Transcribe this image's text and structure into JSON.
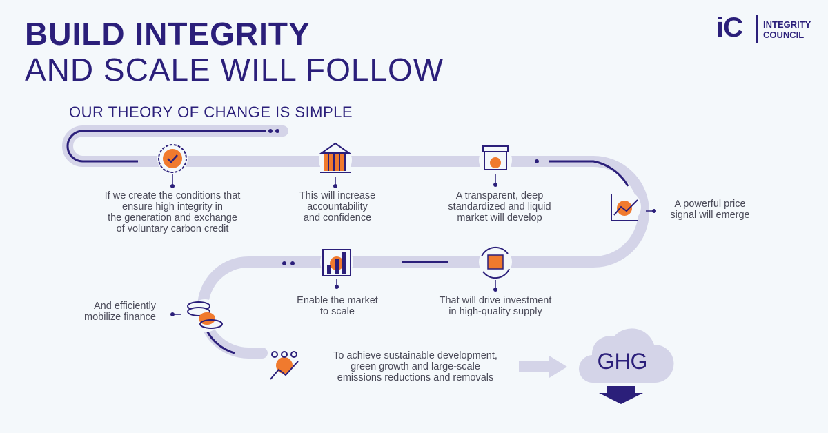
{
  "header": {
    "title_line1": "BUILD INTEGRITY",
    "title_line2": "AND SCALE WILL FOLLOW",
    "subtitle": "OUR THEORY OF CHANGE IS SIMPLE"
  },
  "logo": {
    "mark": "iC",
    "text": "INTEGRITY\nCOUNCIL"
  },
  "steps": [
    {
      "text": "If we create the conditions that\nensure high integrity in\nthe generation and exchange\nof voluntary carbon credit",
      "icon": "seal-check-icon"
    },
    {
      "text": "This will increase\naccountability\nand confidence",
      "icon": "bank-building-icon"
    },
    {
      "text": "A transparent, deep\nstandardized and liquid\nmarket will develop",
      "icon": "storefront-icon"
    },
    {
      "text": "A powerful price\nsignal will emerge",
      "icon": "trend-chart-icon"
    },
    {
      "text": "That will drive investment\nin high-quality supply",
      "icon": "cycle-box-icon"
    },
    {
      "text": "Enable the market\nto scale",
      "icon": "bar-growth-icon"
    },
    {
      "text": "And efficiently\nmobilize finance",
      "icon": "coin-stack-icon"
    },
    {
      "text": "To achieve sustainable development,\ngreen growth and large-scale\nemissions reductions and removals",
      "icon": "people-growth-icon"
    }
  ],
  "outcome": {
    "cloud_label": "GHG",
    "icon": "cloud-down-arrow-icon"
  },
  "colors": {
    "navy": "#2b1f7a",
    "accent": "#f07a2e",
    "track": "#d4d4e8",
    "background": "#f4f8fb"
  }
}
